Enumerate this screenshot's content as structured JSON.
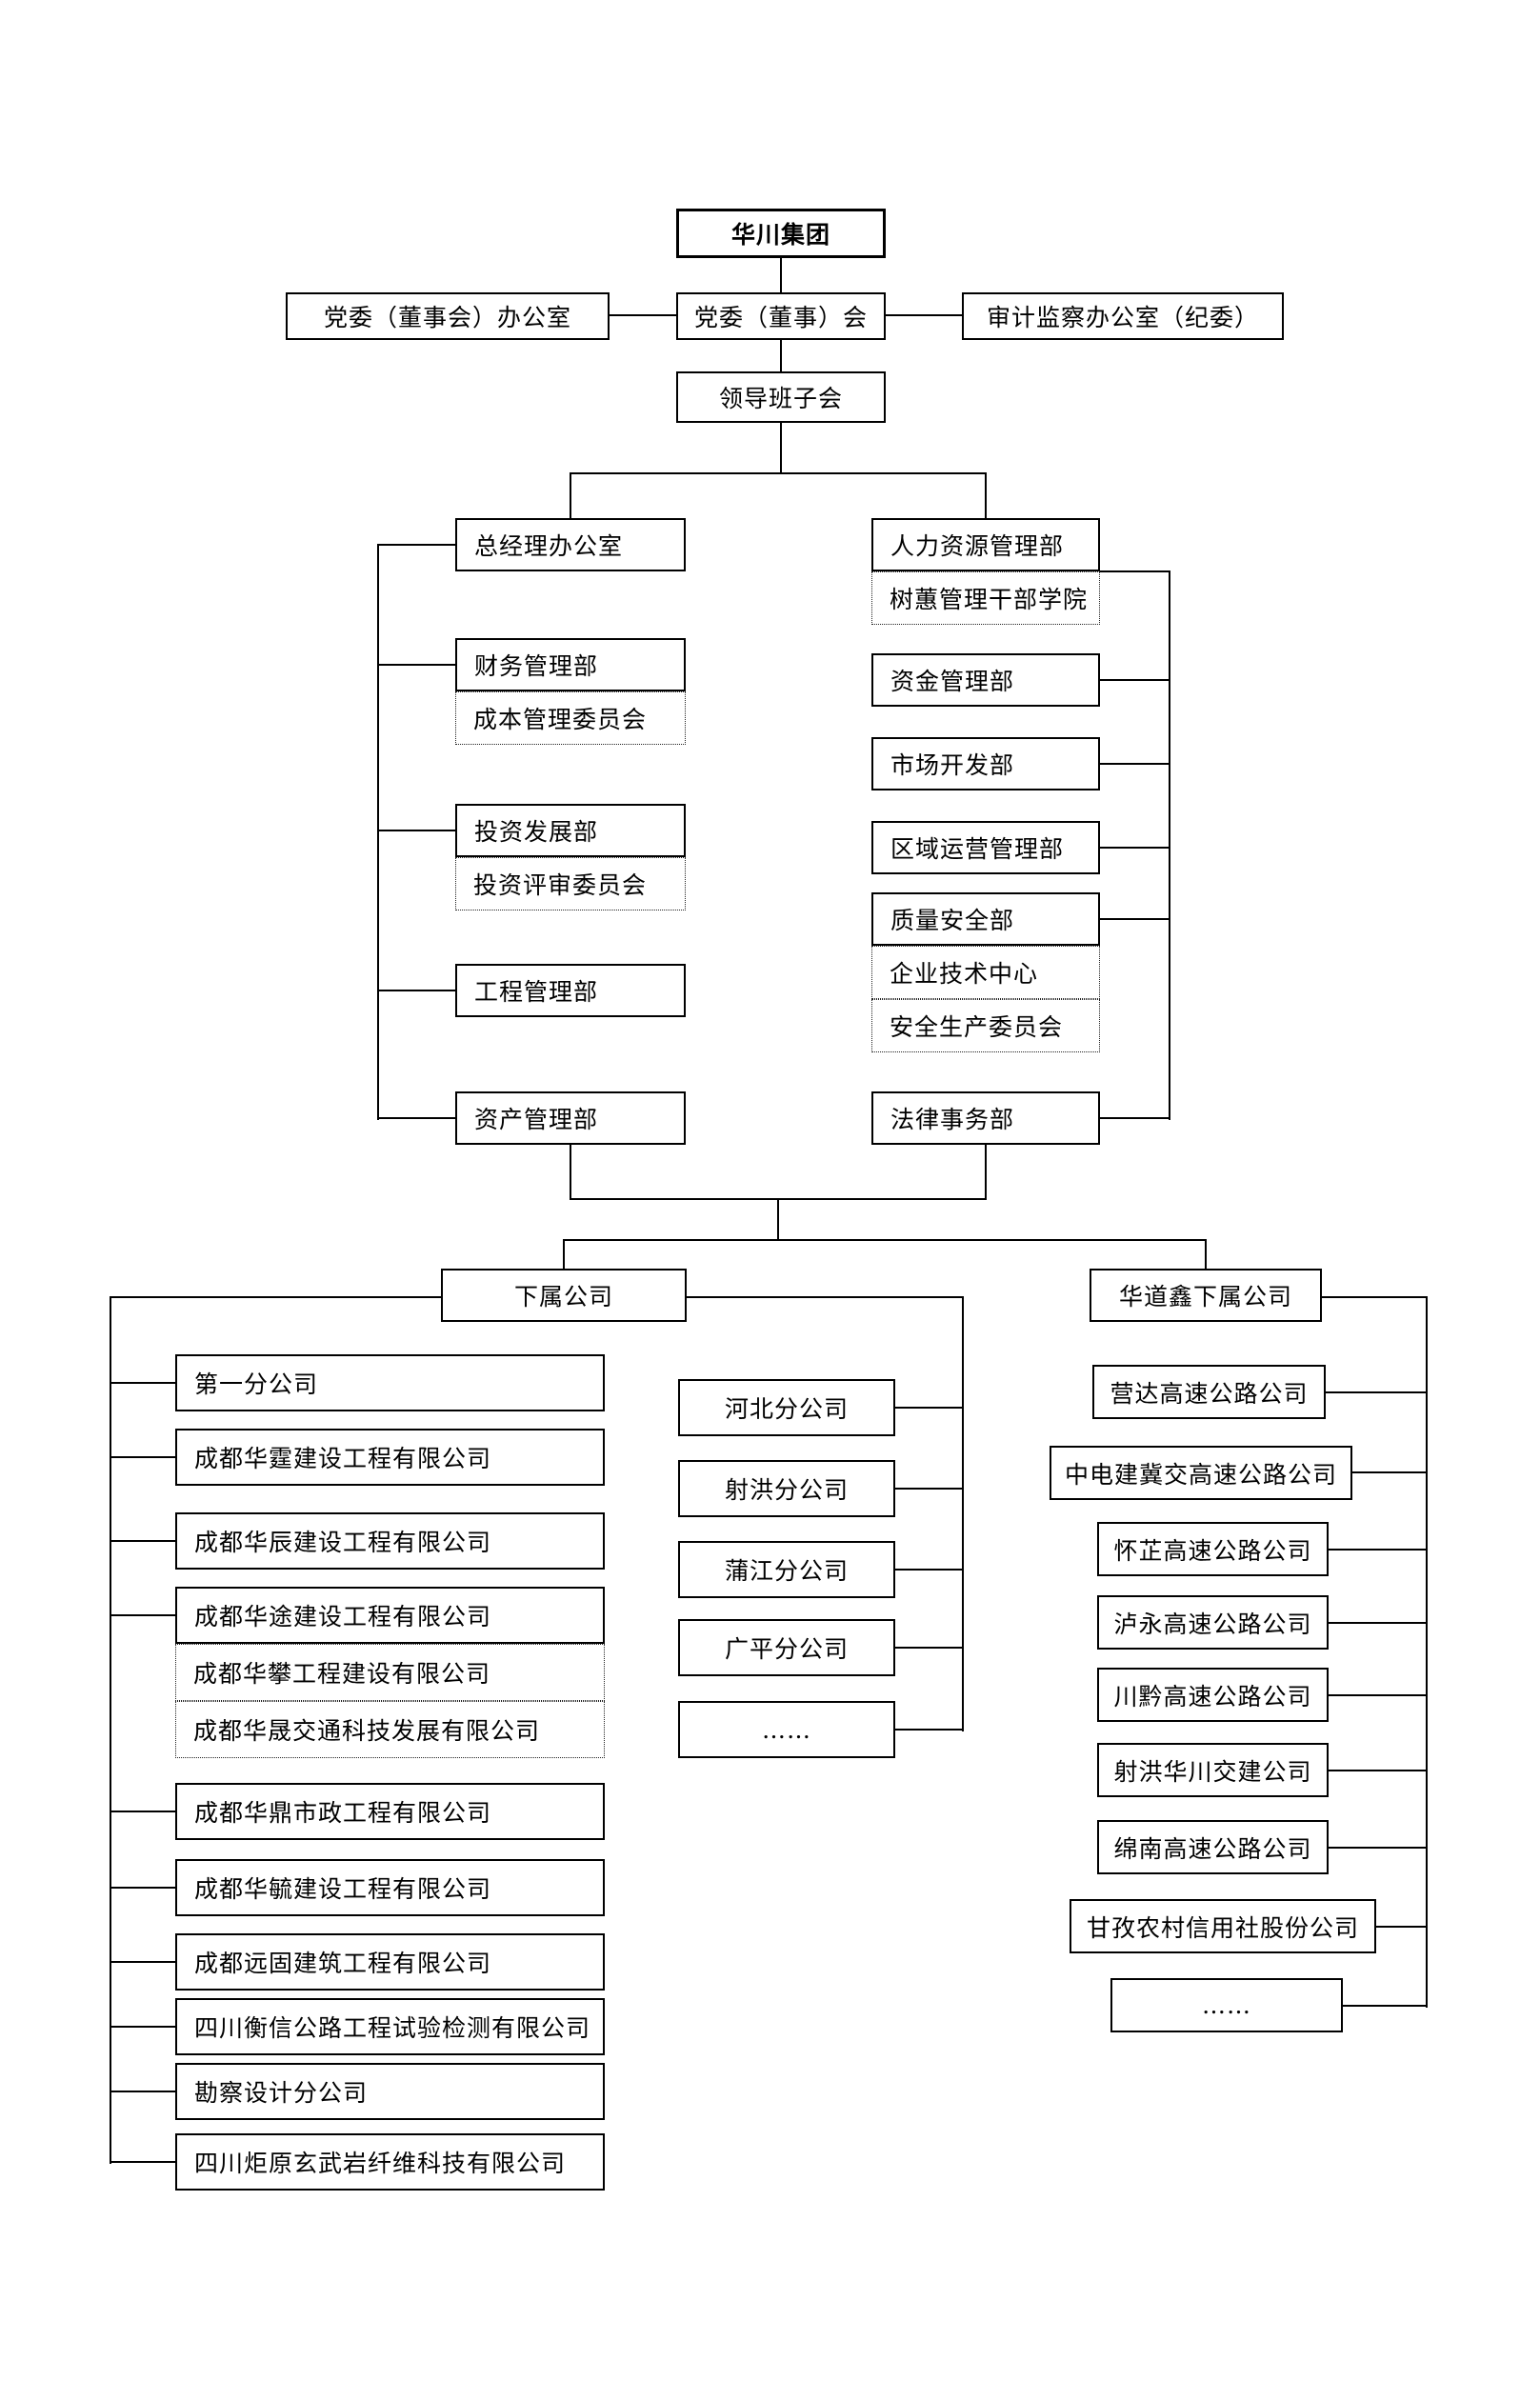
{
  "org": {
    "hq": "华川集团",
    "party_office": "党委（董事会）办公室",
    "party_committee": "党委（董事）会",
    "audit_office": "审计监察办公室（纪委）",
    "leadership": "领导班子会",
    "gm_office": "总经理办公室",
    "finance": "财务管理部",
    "cost_committee": "成本管理委员会",
    "investment": "投资发展部",
    "investment_review": "投资评审委员会",
    "engineering": "工程管理部",
    "asset": "资产管理部",
    "hr": "人力资源管理部",
    "shuhui_academy": "树蕙管理干部学院",
    "funds": "资金管理部",
    "market_dev": "市场开发部",
    "regional_ops": "区域运营管理部",
    "quality_safety": "质量安全部",
    "enterprise_tech": "企业技术中心",
    "safety_committee": "安全生产委员会",
    "legal": "法律事务部",
    "subsidiaries_header": "下属公司",
    "huadaoxin_header": "华道鑫下属公司"
  },
  "subsidiaries": [
    "第一分公司",
    "成都华霆建设工程有限公司",
    "成都华辰建设工程有限公司",
    "成都华途建设工程有限公司",
    "成都华攀工程建设有限公司",
    "成都华晟交通科技发展有限公司",
    "成都华鼎市政工程有限公司",
    "成都华毓建设工程有限公司",
    "成都远固建筑工程有限公司",
    "四川衡信公路工程试验检测有限公司",
    "勘察设计分公司",
    "四川炬原玄武岩纤维科技有限公司"
  ],
  "branches": [
    "河北分公司",
    "射洪分公司",
    "蒲江分公司",
    "广平分公司",
    "……"
  ],
  "huadaoxin": [
    "营达高速公路公司",
    "中电建冀交高速公路公司",
    "怀芷高速公路公司",
    "泸永高速公路公司",
    "川黔高速公路公司",
    "射洪华川交建公司",
    "绵南高速公路公司",
    "甘孜农村信用社股份公司",
    "……"
  ]
}
